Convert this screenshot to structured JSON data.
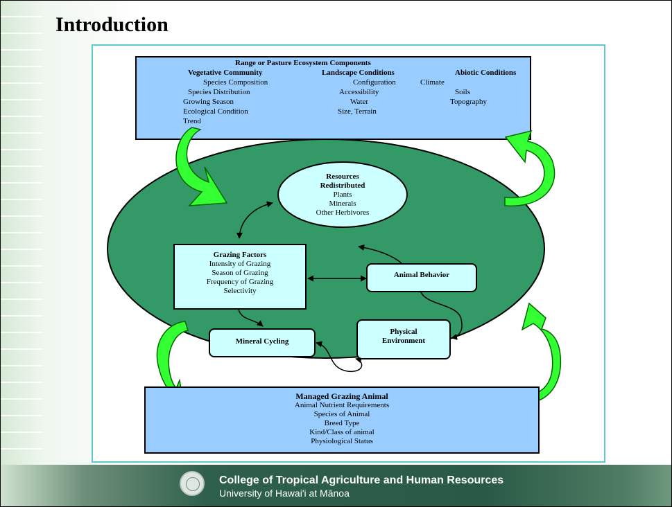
{
  "slide": {
    "title": "Introduction"
  },
  "top_box": {
    "title": "Range or Pasture Ecosystem Components",
    "col1": {
      "header": "Vegetative Community",
      "items": [
        "Species Composition",
        "Species Distribution",
        "Growing Season",
        "Ecological Condition",
        "Trend"
      ]
    },
    "col2": {
      "header": "Landscape Conditions",
      "items": [
        "Configuration",
        "Accessibility",
        "Water",
        "Size, Terrain"
      ]
    },
    "col3": {
      "header": "Abiotic Conditions",
      "items": [
        "Climate",
        "Soils",
        "Topography"
      ]
    }
  },
  "resources": {
    "title1": "Resources",
    "title2": "Redistributed",
    "items": [
      "Plants",
      "Minerals",
      "Other Herbivores"
    ]
  },
  "grazing": {
    "title": "Grazing Factors",
    "items": [
      "Intensity of Grazing",
      "Season of Grazing",
      "Frequency of Grazing",
      "Selectivity"
    ]
  },
  "animal_behavior": {
    "title": "Animal Behavior"
  },
  "physical_env": {
    "title1": "Physical",
    "title2": "Environment"
  },
  "mineral_cycling": {
    "title": "Mineral Cycling"
  },
  "bottom_box": {
    "title": "Managed Grazing Animal",
    "items": [
      "Animal Nutrient Requirements",
      "Species of Animal",
      "Breed Type",
      "Kind/Class of animal",
      "Physiological Status"
    ]
  },
  "footer": {
    "line1": "College of Tropical Agriculture and Human Resources",
    "line2": "University of Hawai'i at Mānoa"
  },
  "colors": {
    "ellipse": "#339966",
    "box_fill": "#99ccff",
    "inner_fill": "#ccffff",
    "arrow": "#33ff33",
    "frame": "#5fc9c9"
  }
}
